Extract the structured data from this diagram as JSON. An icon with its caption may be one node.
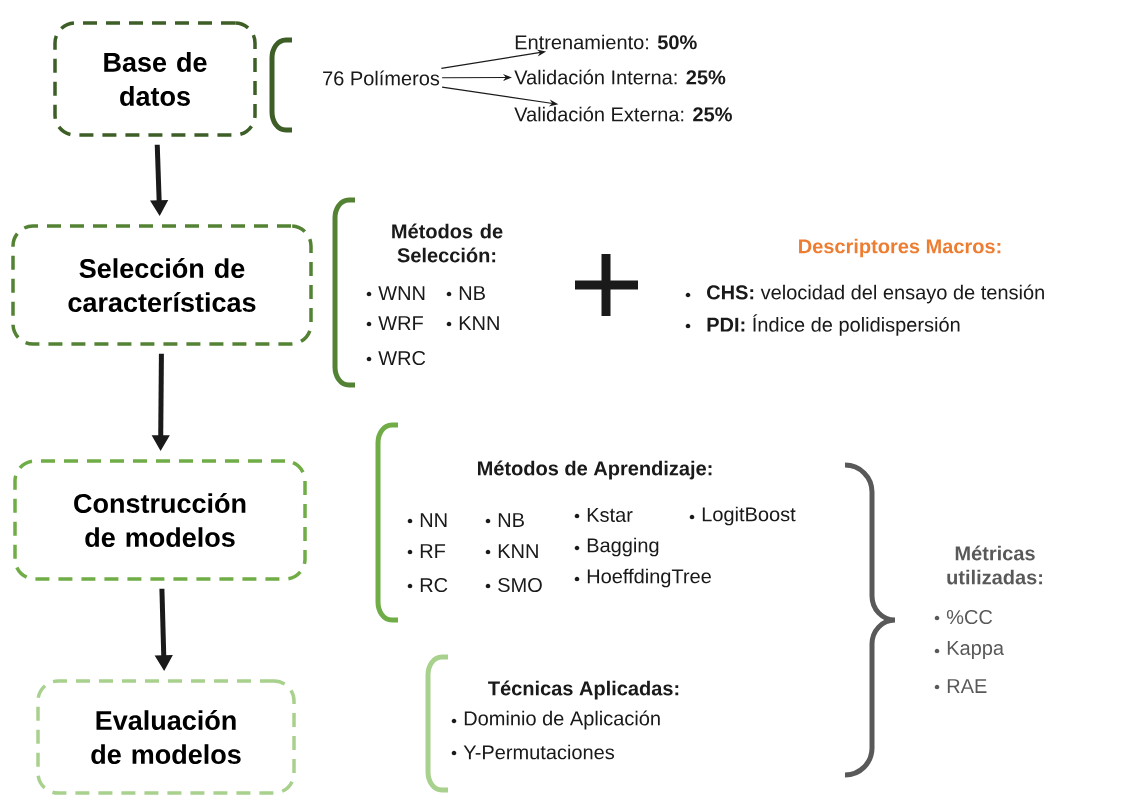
{
  "diagram": {
    "nodes": [
      {
        "text": [
          "Base de datos"
        ]
      },
      {
        "text": [
          "Selección de características"
        ]
      },
      {
        "text": [
          "Construcción de modelos"
        ]
      },
      {
        "text": [
          "Evaluación de modelos"
        ]
      },
      {
        "text": [
          "76 Polímeros"
        ]
      },
      {
        "text": [
          "Entrenamiento: **50%**"
        ]
      },
      {
        "text": [
          "Validación Interna: **25%**"
        ]
      },
      {
        "text": [
          "Validación Externa: **25%**"
        ]
      }
    ],
    "edges": [
      {
        "from": 0,
        "to": 1,
        "arrow": "to",
        "style": "thick"
      },
      {
        "from": 1,
        "to": 2,
        "arrow": "to",
        "style": "thick"
      },
      {
        "from": 2,
        "to": 3,
        "arrow": "to",
        "style": "thick"
      },
      {
        "from": 4,
        "to": 5,
        "arrow": "to"
      },
      {
        "from": 4,
        "to": 6,
        "arrow": "to"
      },
      {
        "from": 4,
        "to": 7,
        "arrow": "to"
      }
    ],
    "labels": [
      "Métodos de Selección:",
      "WNN",
      "NB",
      "WRF",
      "KNN",
      "WRC",
      "Descriptores Macros:",
      "**CHS:** velocidad del ensayo de tensión",
      "**PDI:** Índice de polidispersión",
      "Métodos de Aprendizaje:",
      "NN",
      "NB",
      "Kstar",
      "LogitBoost",
      "RF",
      "KNN",
      "Bagging",
      "RC",
      "SMO",
      "HoeffdingTree",
      "Técnicas Aplicadas:",
      "Dominio de Aplicación",
      "Y-Permutaciones",
      "Métricas utilizadas:",
      "%CC",
      "Kappa",
      "RAE"
    ]
  }
}
